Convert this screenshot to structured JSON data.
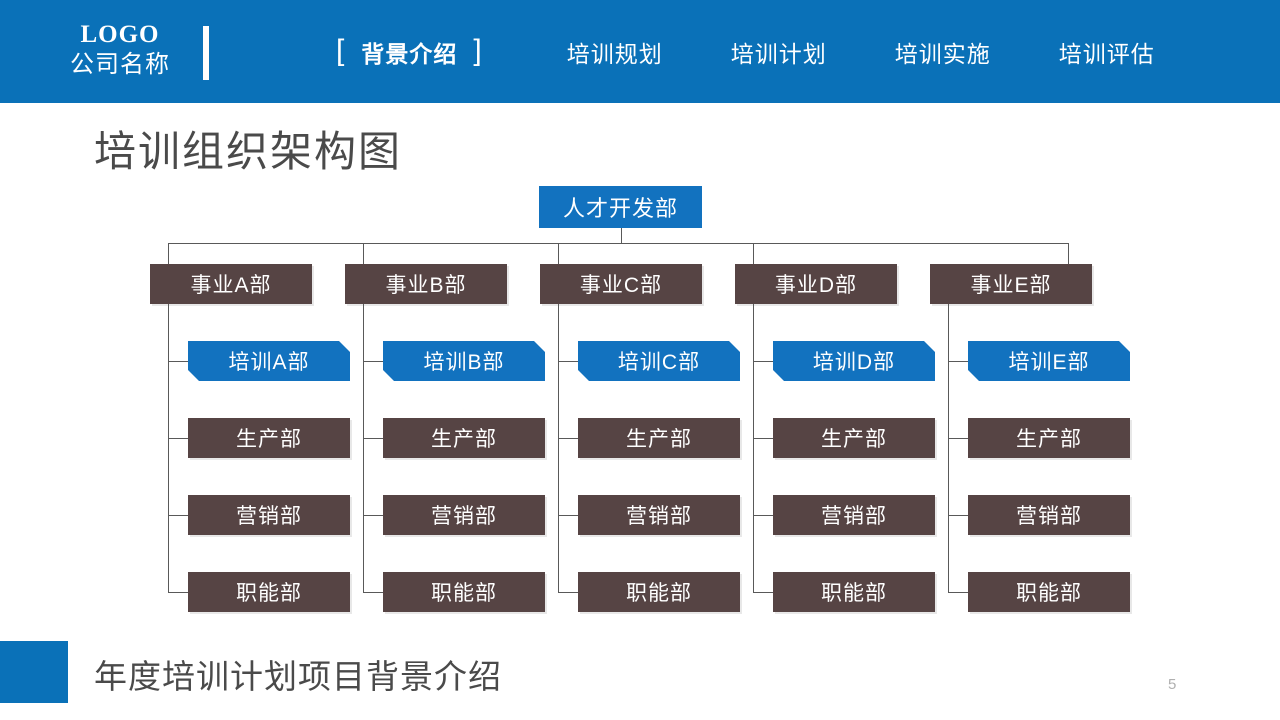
{
  "header": {
    "logo_text": "LOGO",
    "company_name": "公司名称",
    "nav": [
      {
        "label": "背景介绍",
        "active": true,
        "bracket_left": "[",
        "bracket_right": "]"
      },
      {
        "label": "培训规划",
        "active": false
      },
      {
        "label": "培训计划",
        "active": false
      },
      {
        "label": "培训实施",
        "active": false
      },
      {
        "label": "培训评估",
        "active": false
      }
    ],
    "background_color": "#0a71b8"
  },
  "page_title": "培训组织架构图",
  "chart_data": {
    "type": "diagram",
    "title": "培训组织架构图",
    "root": {
      "label": "人才开发部",
      "color": "#1272bf"
    },
    "branch_color": "#564444",
    "highlight_color": "#1272bf",
    "connector_color": "#595959",
    "branches": [
      {
        "label": "事业A部",
        "children": [
          {
            "label": "培训A部",
            "highlight": true
          },
          {
            "label": "生产部",
            "highlight": false
          },
          {
            "label": "营销部",
            "highlight": false
          },
          {
            "label": "职能部",
            "highlight": false
          }
        ]
      },
      {
        "label": "事业B部",
        "children": [
          {
            "label": "培训B部",
            "highlight": true
          },
          {
            "label": "生产部",
            "highlight": false
          },
          {
            "label": "营销部",
            "highlight": false
          },
          {
            "label": "职能部",
            "highlight": false
          }
        ]
      },
      {
        "label": "事业C部",
        "children": [
          {
            "label": "培训C部",
            "highlight": true
          },
          {
            "label": "生产部",
            "highlight": false
          },
          {
            "label": "营销部",
            "highlight": false
          },
          {
            "label": "职能部",
            "highlight": false
          }
        ]
      },
      {
        "label": "事业D部",
        "children": [
          {
            "label": "培训D部",
            "highlight": true
          },
          {
            "label": "生产部",
            "highlight": false
          },
          {
            "label": "营销部",
            "highlight": false
          },
          {
            "label": "职能部",
            "highlight": false
          }
        ]
      },
      {
        "label": "事业E部",
        "children": [
          {
            "label": "培训E部",
            "highlight": true
          },
          {
            "label": "生产部",
            "highlight": false
          },
          {
            "label": "营销部",
            "highlight": false
          },
          {
            "label": "职能部",
            "highlight": false
          }
        ]
      }
    ]
  },
  "footer": {
    "text": "年度培训计划项目背景介绍",
    "accent_color": "#0a71b8",
    "page_number": "5"
  }
}
